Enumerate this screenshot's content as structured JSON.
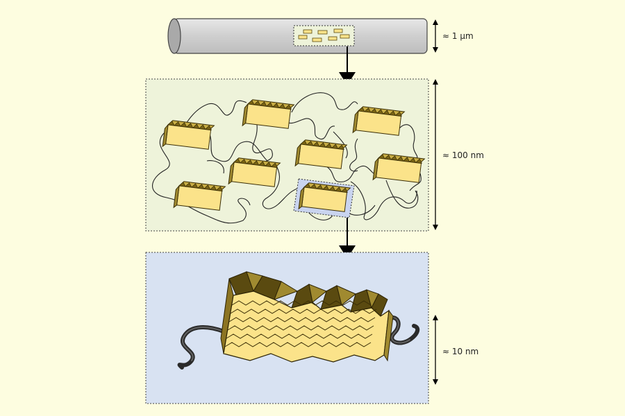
{
  "scale_labels": {
    "fiber": "≈ 1 µm",
    "network": "≈ 100 nm",
    "crystal": "≈ 10 nm"
  },
  "colors": {
    "background": "#fdfde0",
    "network_panel": "#eef3da",
    "detail_panel": "#d8e2f2",
    "fiber": "#cfcfcf",
    "crystal_face": "#fbe38a",
    "crystal_dark": "#5a4a10",
    "crystal_side": "#a08a30",
    "chain": "#222222",
    "highlight": "#c9d4ef"
  }
}
